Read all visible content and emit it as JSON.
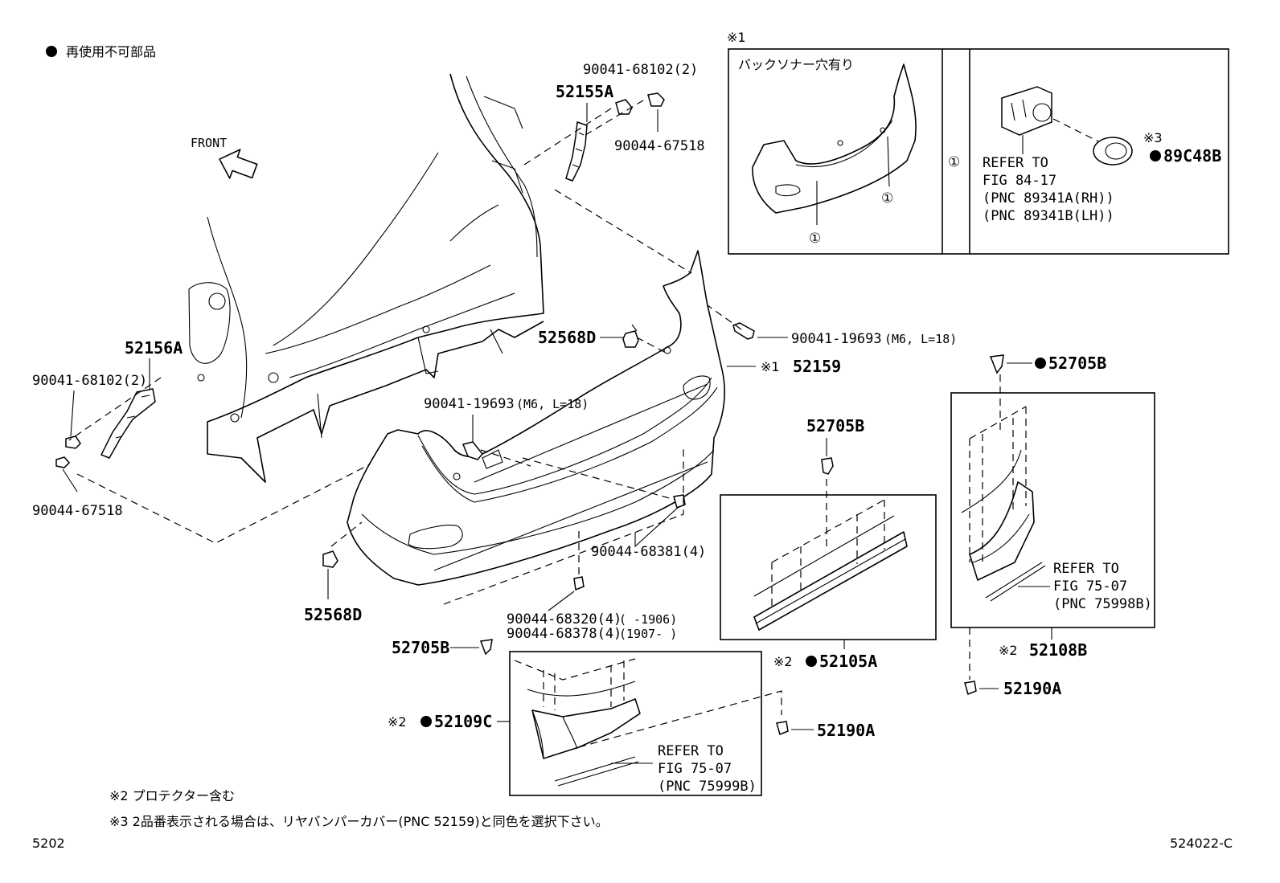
{
  "legend": {
    "bullet_text": "再使用不可部品"
  },
  "front_label": "FRONT",
  "inset_sonar": {
    "mark": "※1",
    "title": "バックソナー穴有り",
    "circled_number": "①",
    "refer_lines": [
      "REFER TO",
      "FIG 84-17",
      "(PNC 89341A(RH))",
      "(PNC 89341B(LH))"
    ],
    "sensor_mark": "※3",
    "sensor_part": "89C48B"
  },
  "parts": {
    "p_52155A": "52155A",
    "p_90041_68102_top": "90041-68102(2)",
    "p_90044_67518_top": "90044-67518",
    "p_52156A": "52156A",
    "p_90041_68102_left": "90041-68102(2)",
    "p_90044_67518_left": "90044-67518",
    "p_52568D_top": "52568D",
    "p_90041_19693_right_code": "90041-19693",
    "p_90041_19693_right_spec": "(M6, L=18)",
    "p_52159_mark": "※1",
    "p_52159": "52159",
    "p_90041_19693_mid_code": "90041-19693",
    "p_90041_19693_mid_spec": "(M6, L=18)",
    "p_90044_68381": "90044-68381(4)",
    "p_52568D_bottom": "52568D",
    "p_90044_68320_code": "90044-68320(4)",
    "p_90044_68320_range": "(      -1906)",
    "p_90044_68378_code": "90044-68378(4)",
    "p_90044_68378_range": "(1907-      )",
    "p_52705B_mid": "52705B",
    "p_52105A_mark": "※2",
    "p_52105A": "52105A",
    "p_52705B_right": "52705B",
    "p_52108B_mark": "※2",
    "p_52108B": "52108B",
    "p_52190A_right": "52190A",
    "p_52705B_bottom": "52705B",
    "p_52109C_mark": "※2",
    "p_52109C": "52109C",
    "p_52190A_bottom": "52190A"
  },
  "refer_75998B": [
    "REFER TO",
    "FIG 75-07",
    "(PNC 75998B)"
  ],
  "refer_75999B": [
    "REFER TO",
    "FIG 75-07",
    "(PNC 75999B)"
  ],
  "notes": {
    "note2": "※2 プロテクター含む",
    "note3": "※3 2品番表示される場合は、リヤバンパーカバー(PNC 52159)と同色を選択下さい。"
  },
  "footer": {
    "left_code": "5202",
    "right_code": "524022-C"
  }
}
